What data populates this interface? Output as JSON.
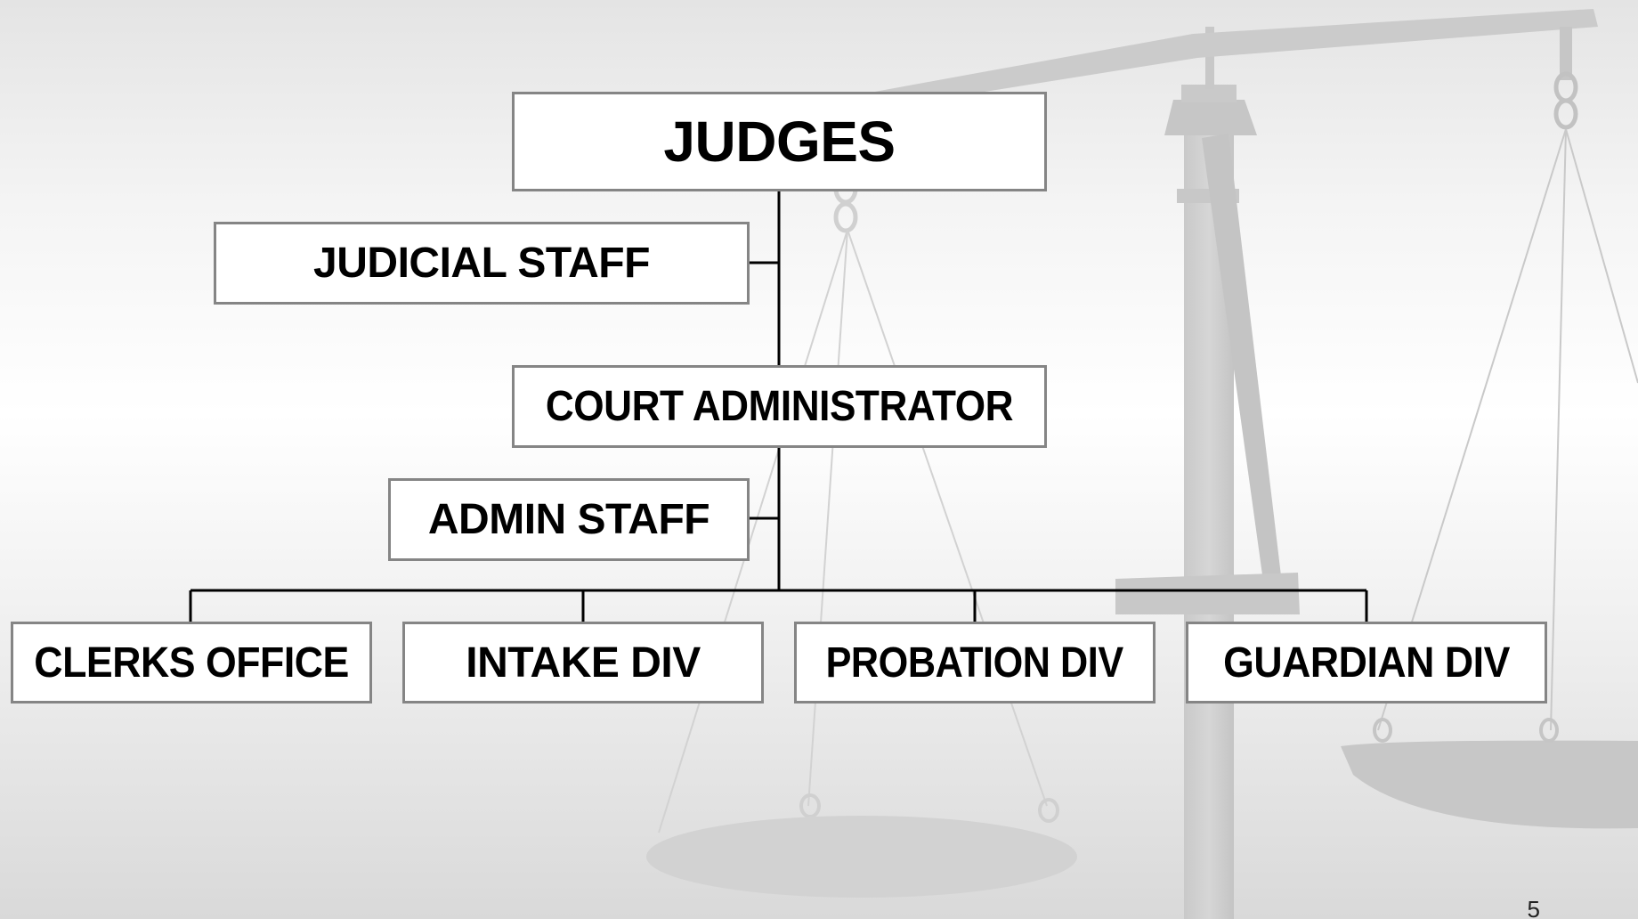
{
  "slide": {
    "page_number": "5",
    "background_icon": "scales-of-justice-icon"
  },
  "org_chart": {
    "top": "JUDGES",
    "judicial_staff": "JUDICIAL STAFF",
    "court_administrator": "COURT ADMINISTRATOR",
    "admin_staff": "ADMIN STAFF",
    "divisions": [
      "CLERKS OFFICE",
      "INTAKE DIV",
      "PROBATION DIV",
      "GUARDIAN DIV"
    ]
  }
}
